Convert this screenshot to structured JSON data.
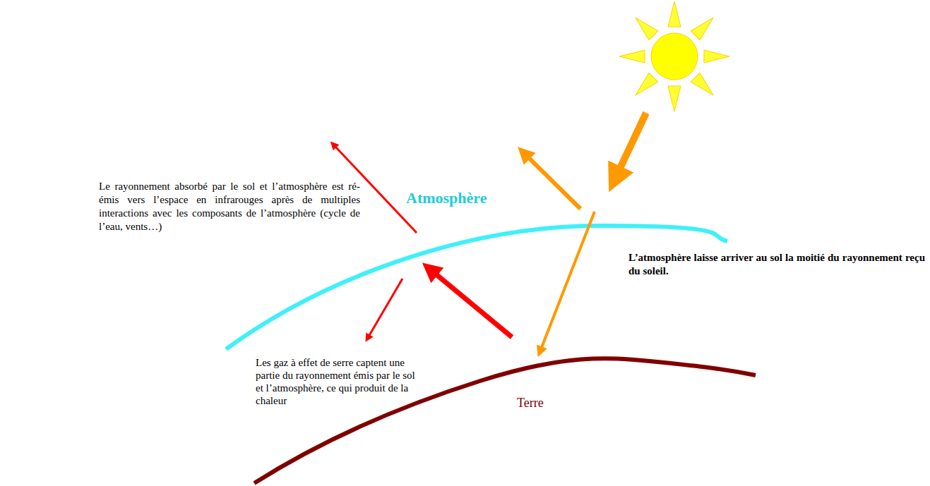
{
  "diagram": {
    "labels": [
      "Le rayonnement absorbé par le sol et l’atmosphère est ré-émis vers l’espace en infrarouges après de multiples interactions avec les composants de l’atmosphère (cycle de l’eau, vents…)",
      "Atmosphère",
      "L’atmosphère laisse arriver au sol la moitié du rayonnement reçu du soleil.",
      "Les gaz à effet de serre captent une partie du rayonnement émis par le sol et l’atmosphère, ce qui produit de la chaleur",
      "Terre"
    ]
  }
}
